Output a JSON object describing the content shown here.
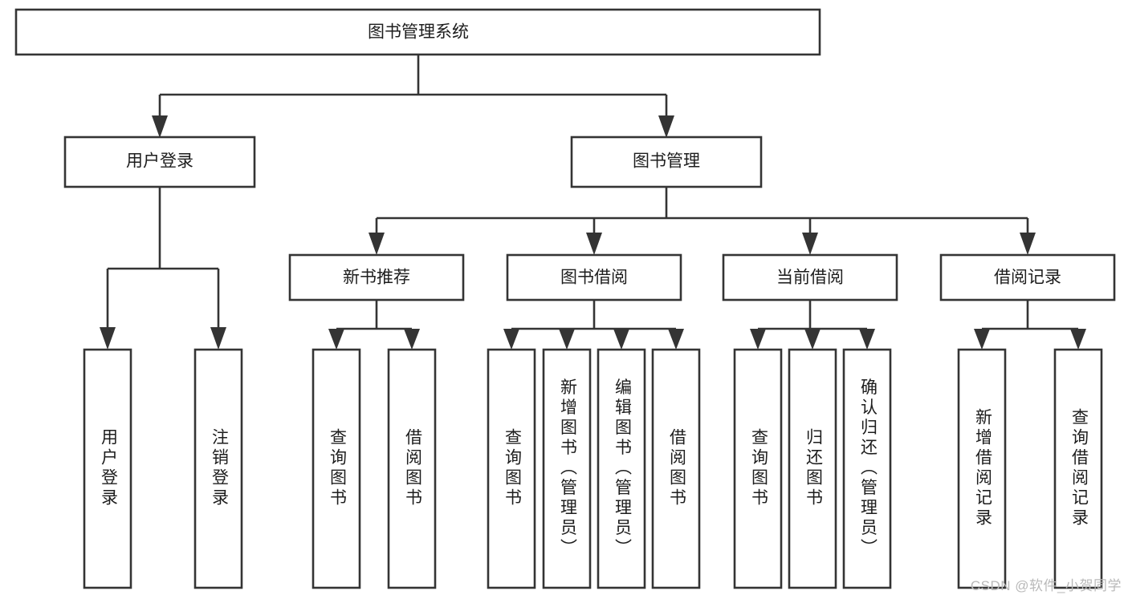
{
  "diagram": {
    "title": "图书管理系统",
    "watermark": "CSDN @软件_小贺同学",
    "colors": {
      "stroke": "#343434",
      "fill": "#ffffff",
      "text": "#1d1d1d",
      "watermark": "#b9b9b9",
      "background": "#ffffff"
    },
    "nodes": {
      "root": {
        "label": "图书管理系统"
      },
      "level2": [
        {
          "label": "用户登录"
        },
        {
          "label": "图书管理"
        }
      ],
      "level3": [
        {
          "label": "新书推荐"
        },
        {
          "label": "图书借阅"
        },
        {
          "label": "当前借阅"
        },
        {
          "label": "借阅记录"
        }
      ],
      "leaves": {
        "user_login": [
          {
            "label": "用户登录"
          },
          {
            "label": "注销登录"
          }
        ],
        "new_book": [
          {
            "label": "查询图书"
          },
          {
            "label": "借阅图书"
          }
        ],
        "book_borrow": [
          {
            "label": "查询图书"
          },
          {
            "label": "新增图书（管理员）"
          },
          {
            "label": "编辑图书（管理员）"
          },
          {
            "label": "借阅图书"
          }
        ],
        "current_borrow": [
          {
            "label": "查询图书"
          },
          {
            "label": "归还图书"
          },
          {
            "label": "确认归还（管理员）"
          }
        ],
        "borrow_record": [
          {
            "label": "新增借阅记录"
          },
          {
            "label": "查询借阅记录"
          }
        ]
      }
    }
  }
}
